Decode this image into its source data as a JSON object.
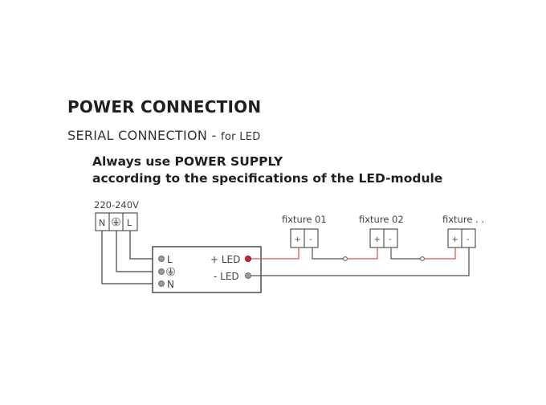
{
  "header": {
    "title": "POWER CONNECTION",
    "subtitle_main": "SERIAL CONNECTION - ",
    "subtitle_suffix": "for LED"
  },
  "notice": {
    "line1": "Always use POWER SUPPLY",
    "line2": "according to the specifications of the LED-module"
  },
  "diagram": {
    "mains": {
      "voltage_label": "220-240V",
      "terminals": [
        "N",
        "earth",
        "L"
      ],
      "terminal_labels": {
        "N": "N",
        "L": "L"
      }
    },
    "driver": {
      "inputs": [
        "L",
        "earth",
        "N"
      ],
      "input_labels": {
        "L": "L",
        "N": "N"
      },
      "outputs": [
        {
          "label": "+ LED",
          "polarity": "positive"
        },
        {
          "label": "- LED",
          "polarity": "negative"
        }
      ]
    },
    "fixtures": [
      {
        "label": "fixture 01",
        "plus": "+",
        "minus": "-"
      },
      {
        "label": "fixture 02",
        "plus": "+",
        "minus": "-"
      },
      {
        "label": "fixture . .",
        "plus": "+",
        "minus": "-"
      }
    ],
    "colors": {
      "positive_wire": "#d9534f",
      "positive_dot": "#d0202a",
      "negative_wire": "#555555",
      "terminal_dot": "#9a9a9a",
      "outline": "#333333"
    }
  }
}
